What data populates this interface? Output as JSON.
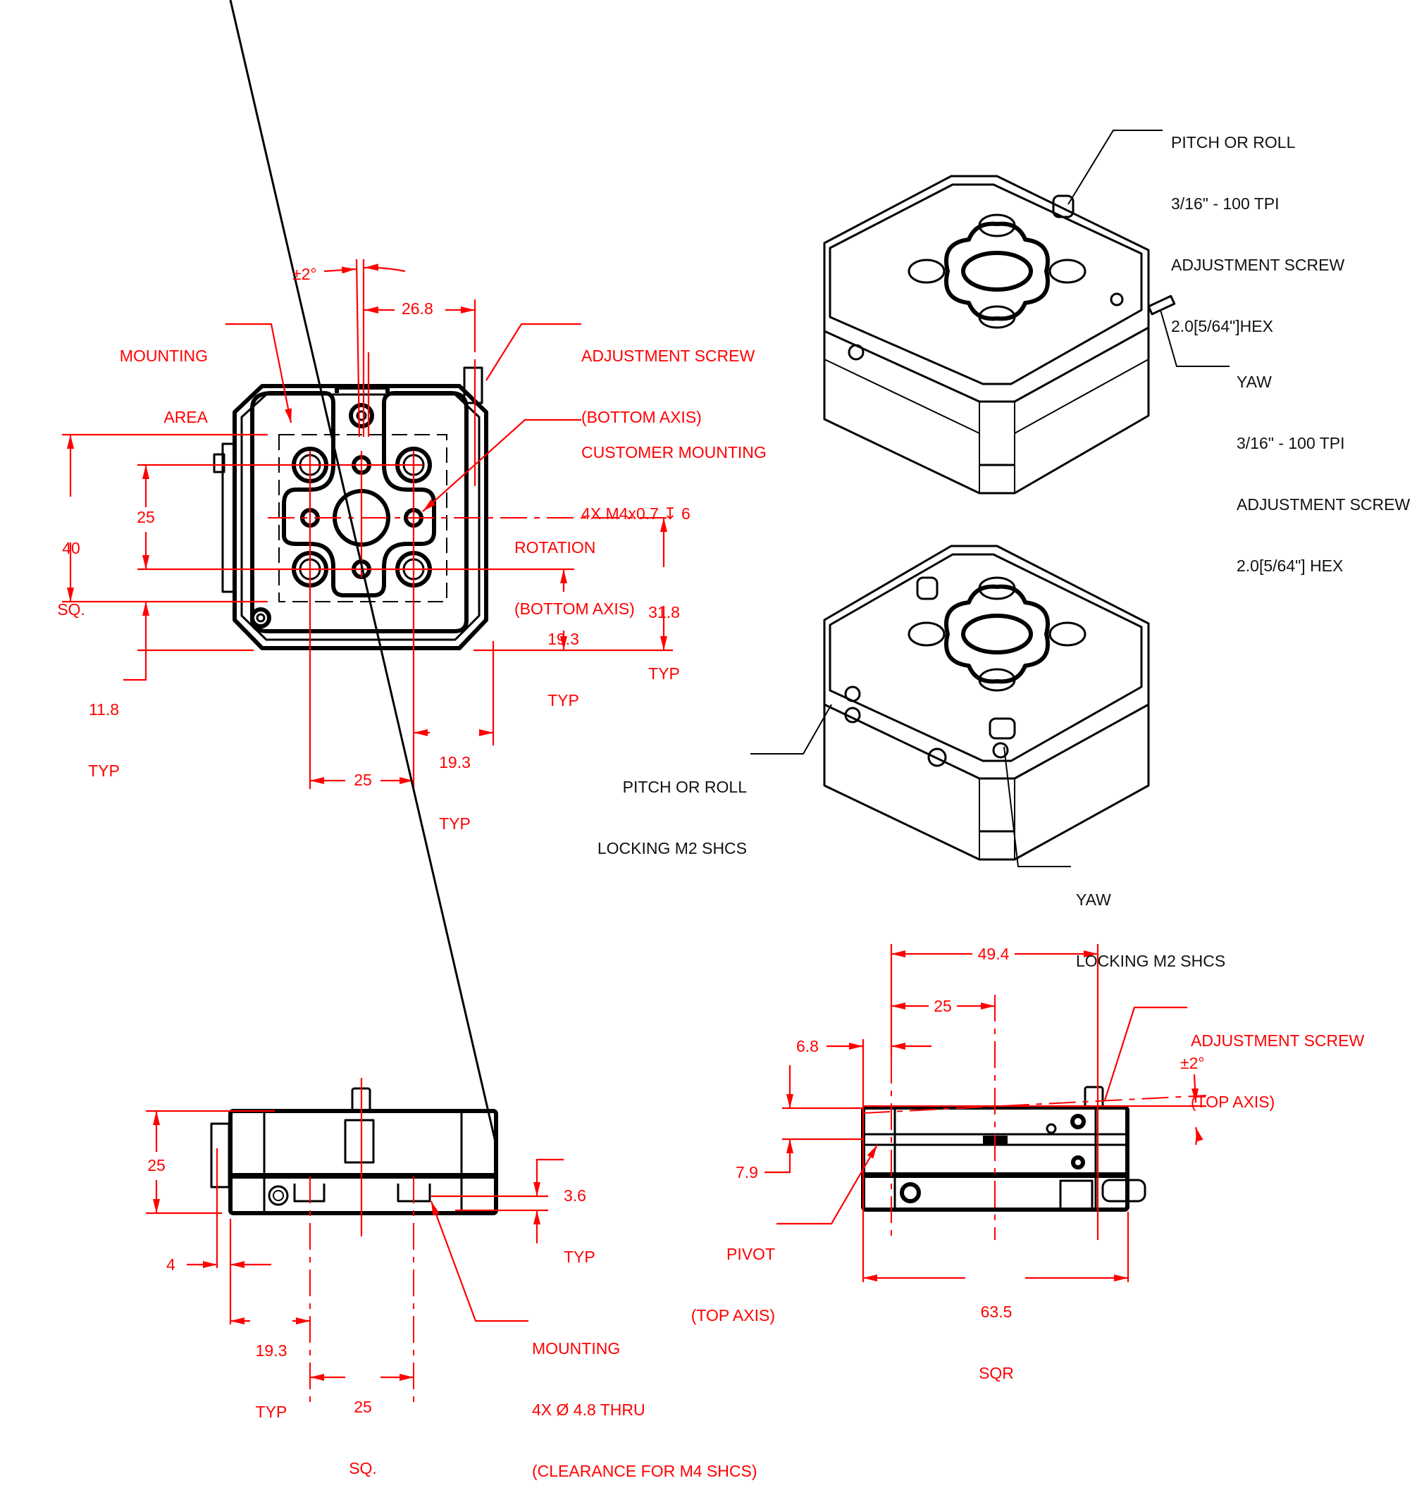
{
  "colors": {
    "dimension": "#ff0000",
    "part_outline": "#000000",
    "background": "#ffffff",
    "callout_text": "#111111"
  },
  "top_view": {
    "angle_tolerance": "±2°",
    "dim_26_8": "26.8",
    "mounting_area": [
      "MOUNTING",
      "AREA"
    ],
    "adjustment_screw_bottom": [
      "ADJUSTMENT SCREW",
      "(BOTTOM AXIS)"
    ],
    "customer_mounting": [
      "CUSTOMER MOUNTING",
      "4X M4x0.7 ↧ 6"
    ],
    "rotation_bottom_axis": [
      "ROTATION",
      "(BOTTOM AXIS)"
    ],
    "dim_40_sq": [
      "40",
      "SQ."
    ],
    "dim_25_vertical": "25",
    "dim_31_8_typ": [
      "31.8",
      "TYP"
    ],
    "dim_19_3_typ_vertical": [
      "19.3",
      "TYP"
    ],
    "dim_11_8_typ": [
      "11.8",
      "TYP"
    ],
    "dim_19_3_typ_horizontal": [
      "19.3",
      "TYP"
    ],
    "dim_25_horizontal": "25"
  },
  "iso_view_top": {
    "pitch_roll_screw": [
      "PITCH OR ROLL",
      "3/16\" - 100 TPI",
      "ADJUSTMENT SCREW",
      "2.0[5/64\"]HEX"
    ],
    "yaw_screw": [
      "YAW",
      "3/16\" - 100 TPI",
      "ADJUSTMENT SCREW",
      "2.0[5/64\"] HEX"
    ]
  },
  "iso_view_bottom": {
    "pitch_roll_lock": [
      "PITCH OR ROLL",
      "LOCKING M2 SHCS"
    ],
    "yaw_lock": [
      "YAW",
      "LOCKING M2 SHCS"
    ]
  },
  "front_view": {
    "dim_25_height": "25",
    "dim_3_6_typ": [
      "3.6",
      "TYP"
    ],
    "dim_4": "4",
    "dim_19_3_typ": [
      "19.3",
      "TYP"
    ],
    "dim_25_sq": [
      "25",
      "SQ."
    ],
    "mounting_holes": [
      "MOUNTING",
      "4X Ø 4.8 THRU",
      "(CLEARANCE FOR M4 SHCS)"
    ]
  },
  "side_view": {
    "dim_49_4": "49.4",
    "dim_25": "25",
    "dim_6_8": "6.8",
    "dim_7_9": "7.9",
    "adjustment_screw_top": [
      "ADJUSTMENT SCREW",
      "(TOP AXIS)"
    ],
    "angle_tolerance": "±2°",
    "pivot_top_axis": [
      "PIVOT",
      "(TOP AXIS)"
    ],
    "dim_63_5_sqr": [
      "63.5",
      "SQR"
    ]
  }
}
